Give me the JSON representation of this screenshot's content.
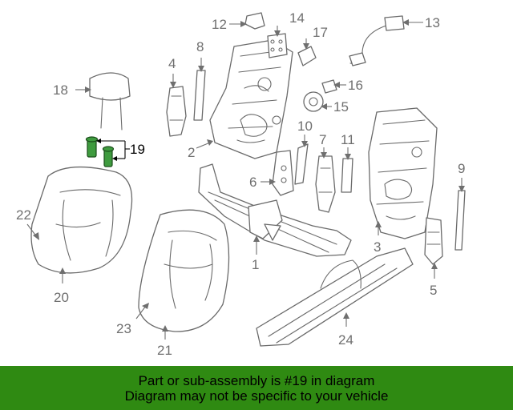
{
  "diagram": {
    "highlight_color": "#3f9b3f",
    "callout_labels": {
      "p1": "1",
      "p2": "2",
      "p3": "3",
      "p4": "4",
      "p5": "5",
      "p6": "6",
      "p7": "7",
      "p8": "8",
      "p9": "9",
      "p10": "10",
      "p11": "11",
      "p12": "12",
      "p13": "13",
      "p14": "14",
      "p15": "15",
      "p16": "16",
      "p17": "17",
      "p18": "18",
      "p19": "19",
      "p20": "20",
      "p21": "21",
      "p22": "22",
      "p23": "23",
      "p24": "24"
    }
  },
  "banner": {
    "background": "#2f8a12",
    "line1": "Part or sub-assembly is #19 in diagram",
    "line2": "Diagram may not be specific to your vehicle"
  }
}
